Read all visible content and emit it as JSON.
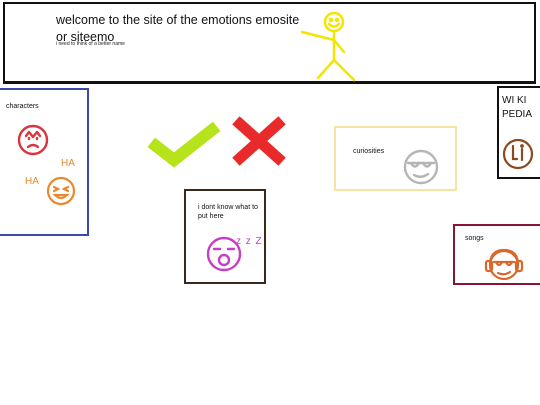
{
  "header": {
    "title": "welcome to the site of the emotions emosite or siteemo",
    "subtitle": "i need to think of a better name"
  },
  "characters": {
    "label": "characters",
    "ha_1": "HA",
    "ha_2": "HA"
  },
  "curiosities": {
    "label": "curiosities"
  },
  "sleepy_box": {
    "label": "i dont know what to put here",
    "zzz": "z z Z"
  },
  "wiki": {
    "label": "WI KI PEDIA"
  },
  "songs": {
    "label": "songs"
  },
  "colors": {
    "stickman": "#f5e400",
    "check": "#b7e31a",
    "cross": "#e82a2a",
    "angry_face": "#d9363e",
    "laugh_face": "#e8892e",
    "cool_face": "#b5b5b5",
    "sleepy_face": "#c83ec8",
    "wiki_face": "#8b4a1d",
    "music_face": "#d9682a"
  }
}
